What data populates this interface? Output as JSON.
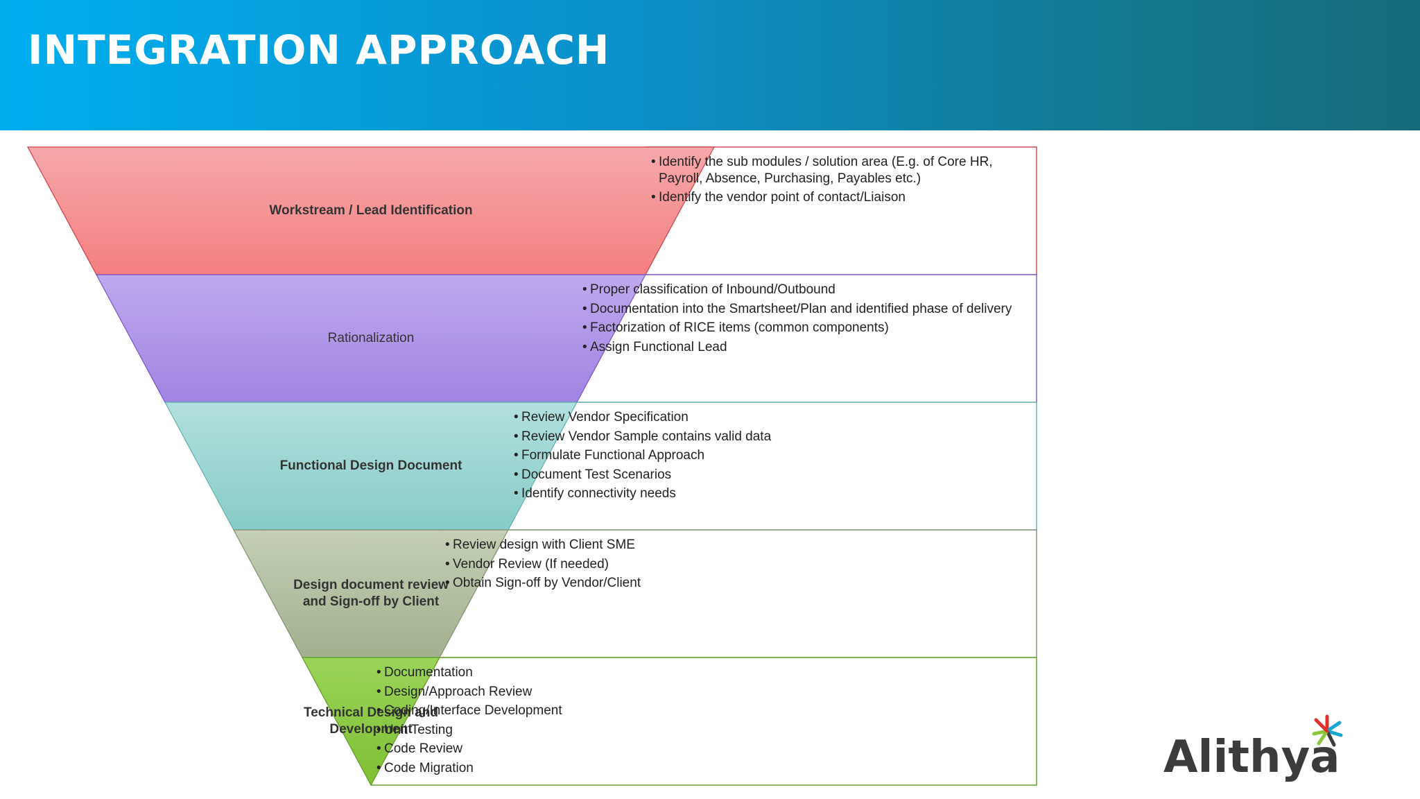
{
  "header": {
    "title": "INTEGRATION APPROACH",
    "bg_start": "#00aeef",
    "bg_end": "#166b7a"
  },
  "stages": [
    {
      "label": "Workstream / Lead Identification",
      "color": "#f47f82",
      "border": "#d23c4a",
      "bullets": [
        "Identify the sub modules / solution area (E.g. of Core HR, Payroll, Absence, Purchasing, Payables etc.)",
        "Identify the vendor point of contact/Liaison"
      ]
    },
    {
      "label": "Rationalization",
      "color": "#a88be6",
      "border": "#7a52c8",
      "bullets": [
        "Proper classification of Inbound/Outbound",
        "Documentation into the Smartsheet/Plan and identified phase of delivery",
        "Factorization of RICE items (common components)",
        "Assign Functional Lead"
      ]
    },
    {
      "label": "Functional Design Document",
      "color": "#8fd0cd",
      "border": "#5fb0ad",
      "bullets": [
        "Review Vendor Specification",
        "Review Vendor Sample contains valid data",
        "Formulate Functional Approach",
        "Document Test Scenarios",
        "Identify connectivity needs"
      ]
    },
    {
      "label": "Design document review and Sign-off by Client",
      "color": "#a7b696",
      "border": "#7f8f6e",
      "bullets": [
        "Review design with Client SME",
        "Vendor Review (If needed)",
        "Obtain Sign-off by Vendor/Client"
      ]
    },
    {
      "label": "Technical Design and Development",
      "color": "#86c53c",
      "border": "#5e9a20",
      "bullets": [
        "Documentation",
        "Design/Approach Review",
        "Coding/Interface Development",
        "Unit Testing",
        "Code Review",
        "Code Migration"
      ]
    }
  ],
  "logo": {
    "text": "Alithya",
    "icon": "alithya-burst-icon"
  }
}
